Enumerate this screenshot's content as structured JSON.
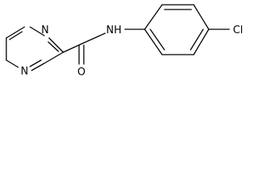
{
  "molecule": {
    "atoms": {
      "ring_n_top": "N",
      "ring_n_bottom": "N",
      "carbonyl_oxygen": "O",
      "amide_nh": "NH",
      "chlorine": "Cl"
    }
  }
}
